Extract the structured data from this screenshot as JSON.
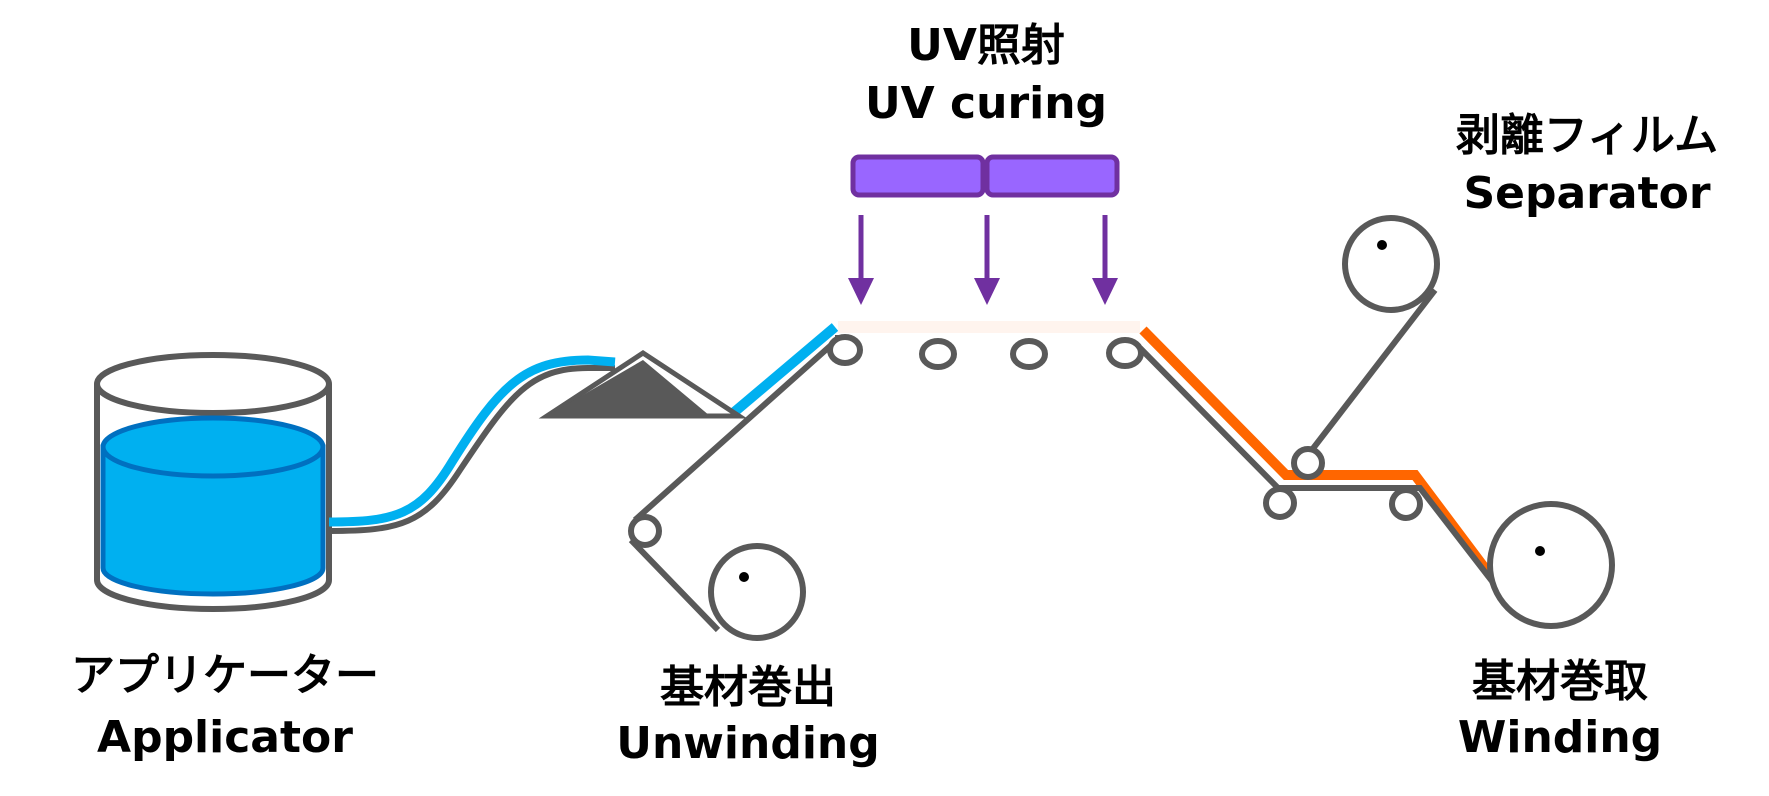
{
  "labels": {
    "uv_ja": "UV照射",
    "uv_en": "UV curing",
    "separator_ja": "剥離フィルム",
    "separator_en": "Separator",
    "applicator_ja": "アプリケーター",
    "applicator_en": "Applicator",
    "unwinding_ja": "基材巻出",
    "unwinding_en": "Unwinding",
    "winding_ja": "基材巻取",
    "winding_en": "Winding"
  },
  "colors": {
    "line_gray": "#595959",
    "resin_blue": "#00b0f0",
    "resin_dark": "#0070c0",
    "laminate_orange": "#ff6600",
    "uv_lamp": "#9966ff",
    "uv_border": "#7030a0",
    "cured_film": "#fff4ee"
  },
  "icons": {
    "tank": "resin-tank-icon",
    "lamp": "uv-lamp-icon",
    "die": "coating-die-icon",
    "roller": "roller-icon"
  }
}
